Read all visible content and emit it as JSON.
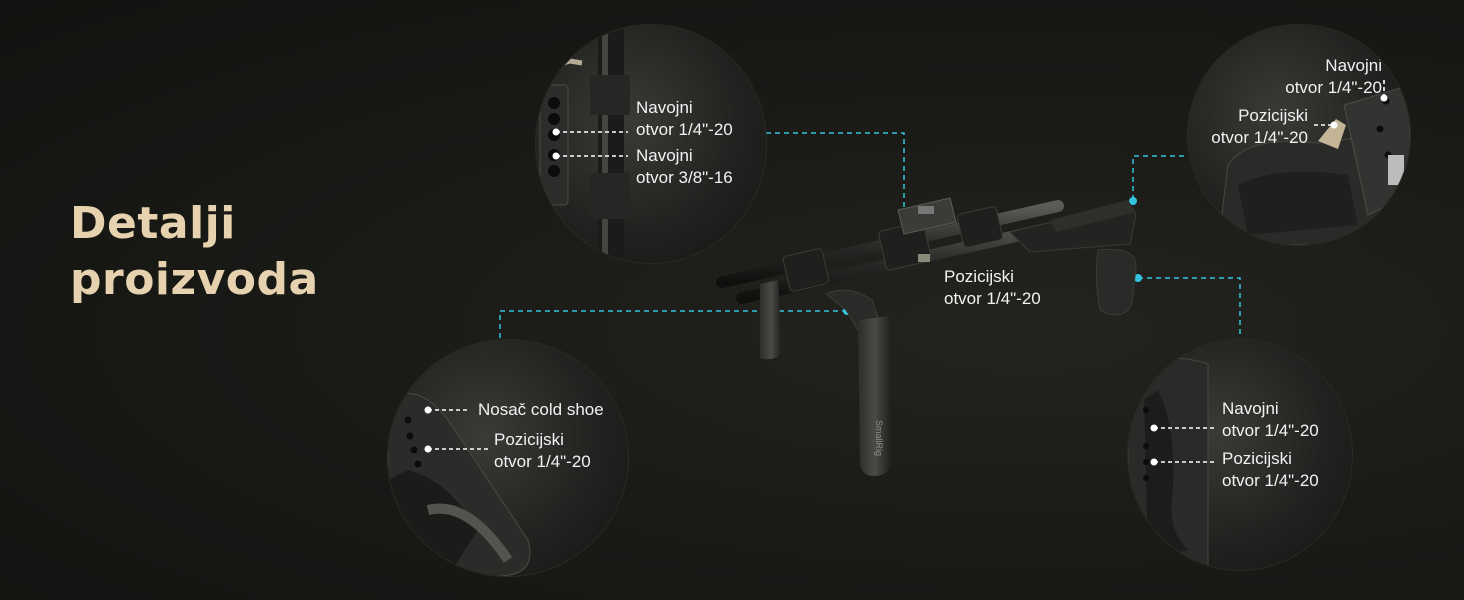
{
  "title": {
    "line1": "Detalji",
    "line2": "proizvoda"
  },
  "callouts": {
    "top_left": {
      "label1": {
        "line1": "Navojni",
        "line2": "otvor 1/4\"-20"
      },
      "label2": {
        "line1": "Navojni",
        "line2": "otvor 3/8\"-16"
      }
    },
    "top_right": {
      "label1": {
        "line1": "Navojni",
        "line2": "otvor 1/4\"-20"
      },
      "label2": {
        "line1": "Pozicijski",
        "line2": "otvor 1/4\"-20"
      }
    },
    "center": {
      "line1": "Pozicijski",
      "line2": "otvor 1/4\"-20"
    },
    "bottom_left": {
      "label1": {
        "line1": "Nosač cold shoe"
      },
      "label2": {
        "line1": "Pozicijski",
        "line2": "otvor 1/4\"-20"
      }
    },
    "bottom_right": {
      "label1": {
        "line1": "Navojni",
        "line2": "otvor 1/4\"-20"
      },
      "label2": {
        "line1": "Pozicijski",
        "line2": "otvor 1/4\"-20"
      }
    }
  },
  "product": {
    "brand_text": "SmallRig"
  },
  "colors": {
    "accent": "#35c3e0",
    "title": "#e6d2ae",
    "background": "#161614"
  }
}
